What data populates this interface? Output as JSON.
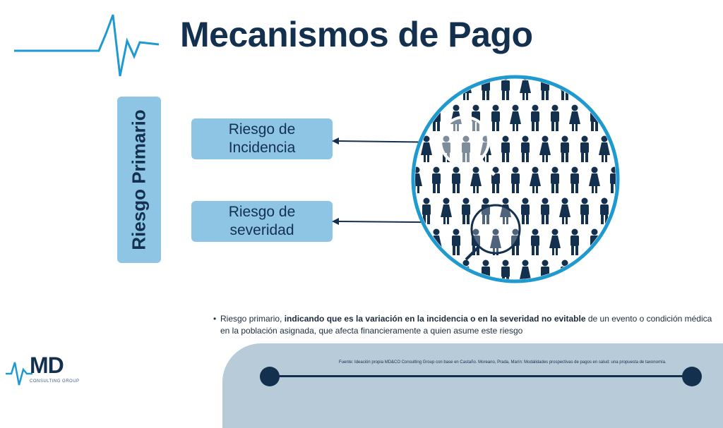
{
  "slide": {
    "title": "Mecanismos de Pago",
    "vertical_label": "Riesgo Primario",
    "boxes": [
      {
        "label": "Riesgo de\nIncidencia"
      },
      {
        "label": "Riesgo de\nseveridad"
      }
    ],
    "bullet": {
      "prefix": "Riesgo primario, ",
      "bold": "indicando que es la variación en la incidencia o en la severidad no evitable",
      "suffix": " de un evento o condición médica en la población asignada, que afecta financieramente a quien asume este riesgo"
    },
    "source": "Fuente: Ideación propia MD&CO Consulting Group con base en Castaño. Moreano, Prada, Marín: Modalidades prospectivas de pagos en salud: una propuesta de taxonomía.",
    "logo": {
      "text": "MD",
      "subtext": "CONSULTING GROUP"
    }
  },
  "colors": {
    "navy": "#14304f",
    "light_blue": "#8ec5e5",
    "accent": "#1f9ad1",
    "footer_band": "#b7cbd8"
  },
  "icons": [
    "heartbeat-line-icon",
    "people-crowd-icon",
    "magnifier-icon",
    "arrow-left-icon",
    "logo-pulse-icon"
  ]
}
